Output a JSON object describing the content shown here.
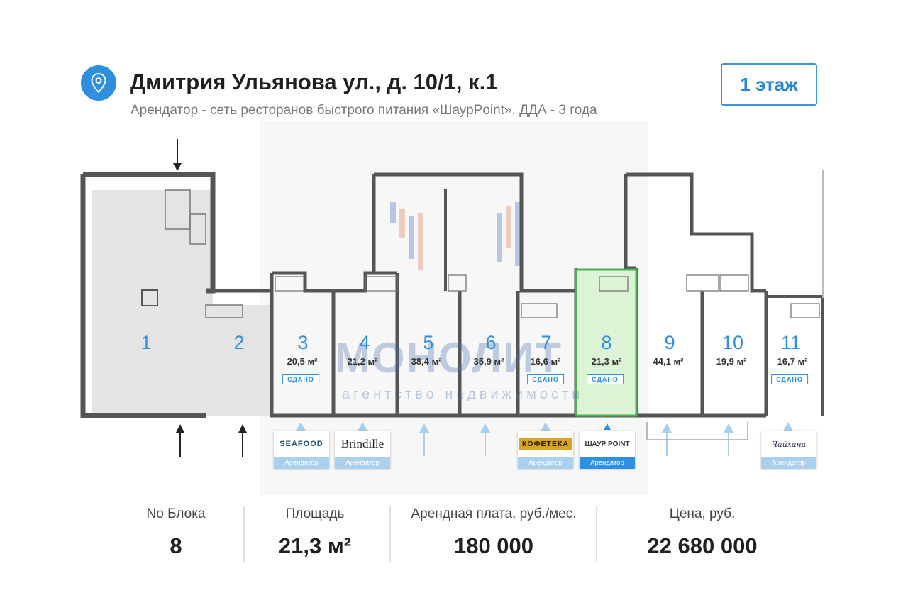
{
  "header": {
    "title": "Дмитрия Ульянова ул., д. 10/1, к.1",
    "subtitle": "Арендатор - сеть ресторанов быстрого питания «ШаурPoint», ДДА - 3 года",
    "floor_button": "1 этаж",
    "pin_icon": "location-pin-icon"
  },
  "watermark": {
    "name": "МОНОЛИТ",
    "tagline": "агентство недвижимости"
  },
  "units": [
    {
      "num": "1",
      "area": "",
      "status": ""
    },
    {
      "num": "2",
      "area": "",
      "status": ""
    },
    {
      "num": "3",
      "area": "20,5 м²",
      "status": "СДАНО"
    },
    {
      "num": "4",
      "area": "21,2 м²",
      "status": ""
    },
    {
      "num": "5",
      "area": "38,4 м²",
      "status": ""
    },
    {
      "num": "6",
      "area": "35,9 м²",
      "status": ""
    },
    {
      "num": "7",
      "area": "16,6 м²",
      "status": "СДАНО"
    },
    {
      "num": "8",
      "area": "21,3 м²",
      "status": "СДАНО"
    },
    {
      "num": "9",
      "area": "44,1 м²",
      "status": ""
    },
    {
      "num": "10",
      "area": "19,9 м²",
      "status": ""
    },
    {
      "num": "11",
      "area": "16,7 м²",
      "status": "СДАНО"
    }
  ],
  "highlight_unit": "8",
  "tenants": [
    {
      "unit": "3",
      "logo": "SEAFOOD",
      "caption": "Арендатор",
      "active": false
    },
    {
      "unit": "4",
      "logo": "Brindille",
      "caption": "Арендатор",
      "active": false
    },
    {
      "unit": "7",
      "logo": "КОФЕТЕКА",
      "caption": "Арендатор",
      "active": false
    },
    {
      "unit": "8",
      "logo": "ШАУР POINT",
      "caption": "Арендатор",
      "active": true
    },
    {
      "unit": "11",
      "logo": "Чайхана",
      "caption": "Арендатор",
      "active": false
    }
  ],
  "stats": {
    "block_label": "No Блока",
    "block_value": "8",
    "area_label": "Площадь",
    "area_value": "21,3 м²",
    "rent_label": "Арендная плата, руб./мес.",
    "rent_value": "180 000",
    "price_label": "Цена, руб.",
    "price_value": "22 680 000"
  },
  "colors": {
    "accent": "#2f8fe0",
    "highlight_fill": "#dcf3d6",
    "highlight_stroke": "#4caf50",
    "shaded_fill": "#e4e4e4",
    "wall": "#555555"
  }
}
